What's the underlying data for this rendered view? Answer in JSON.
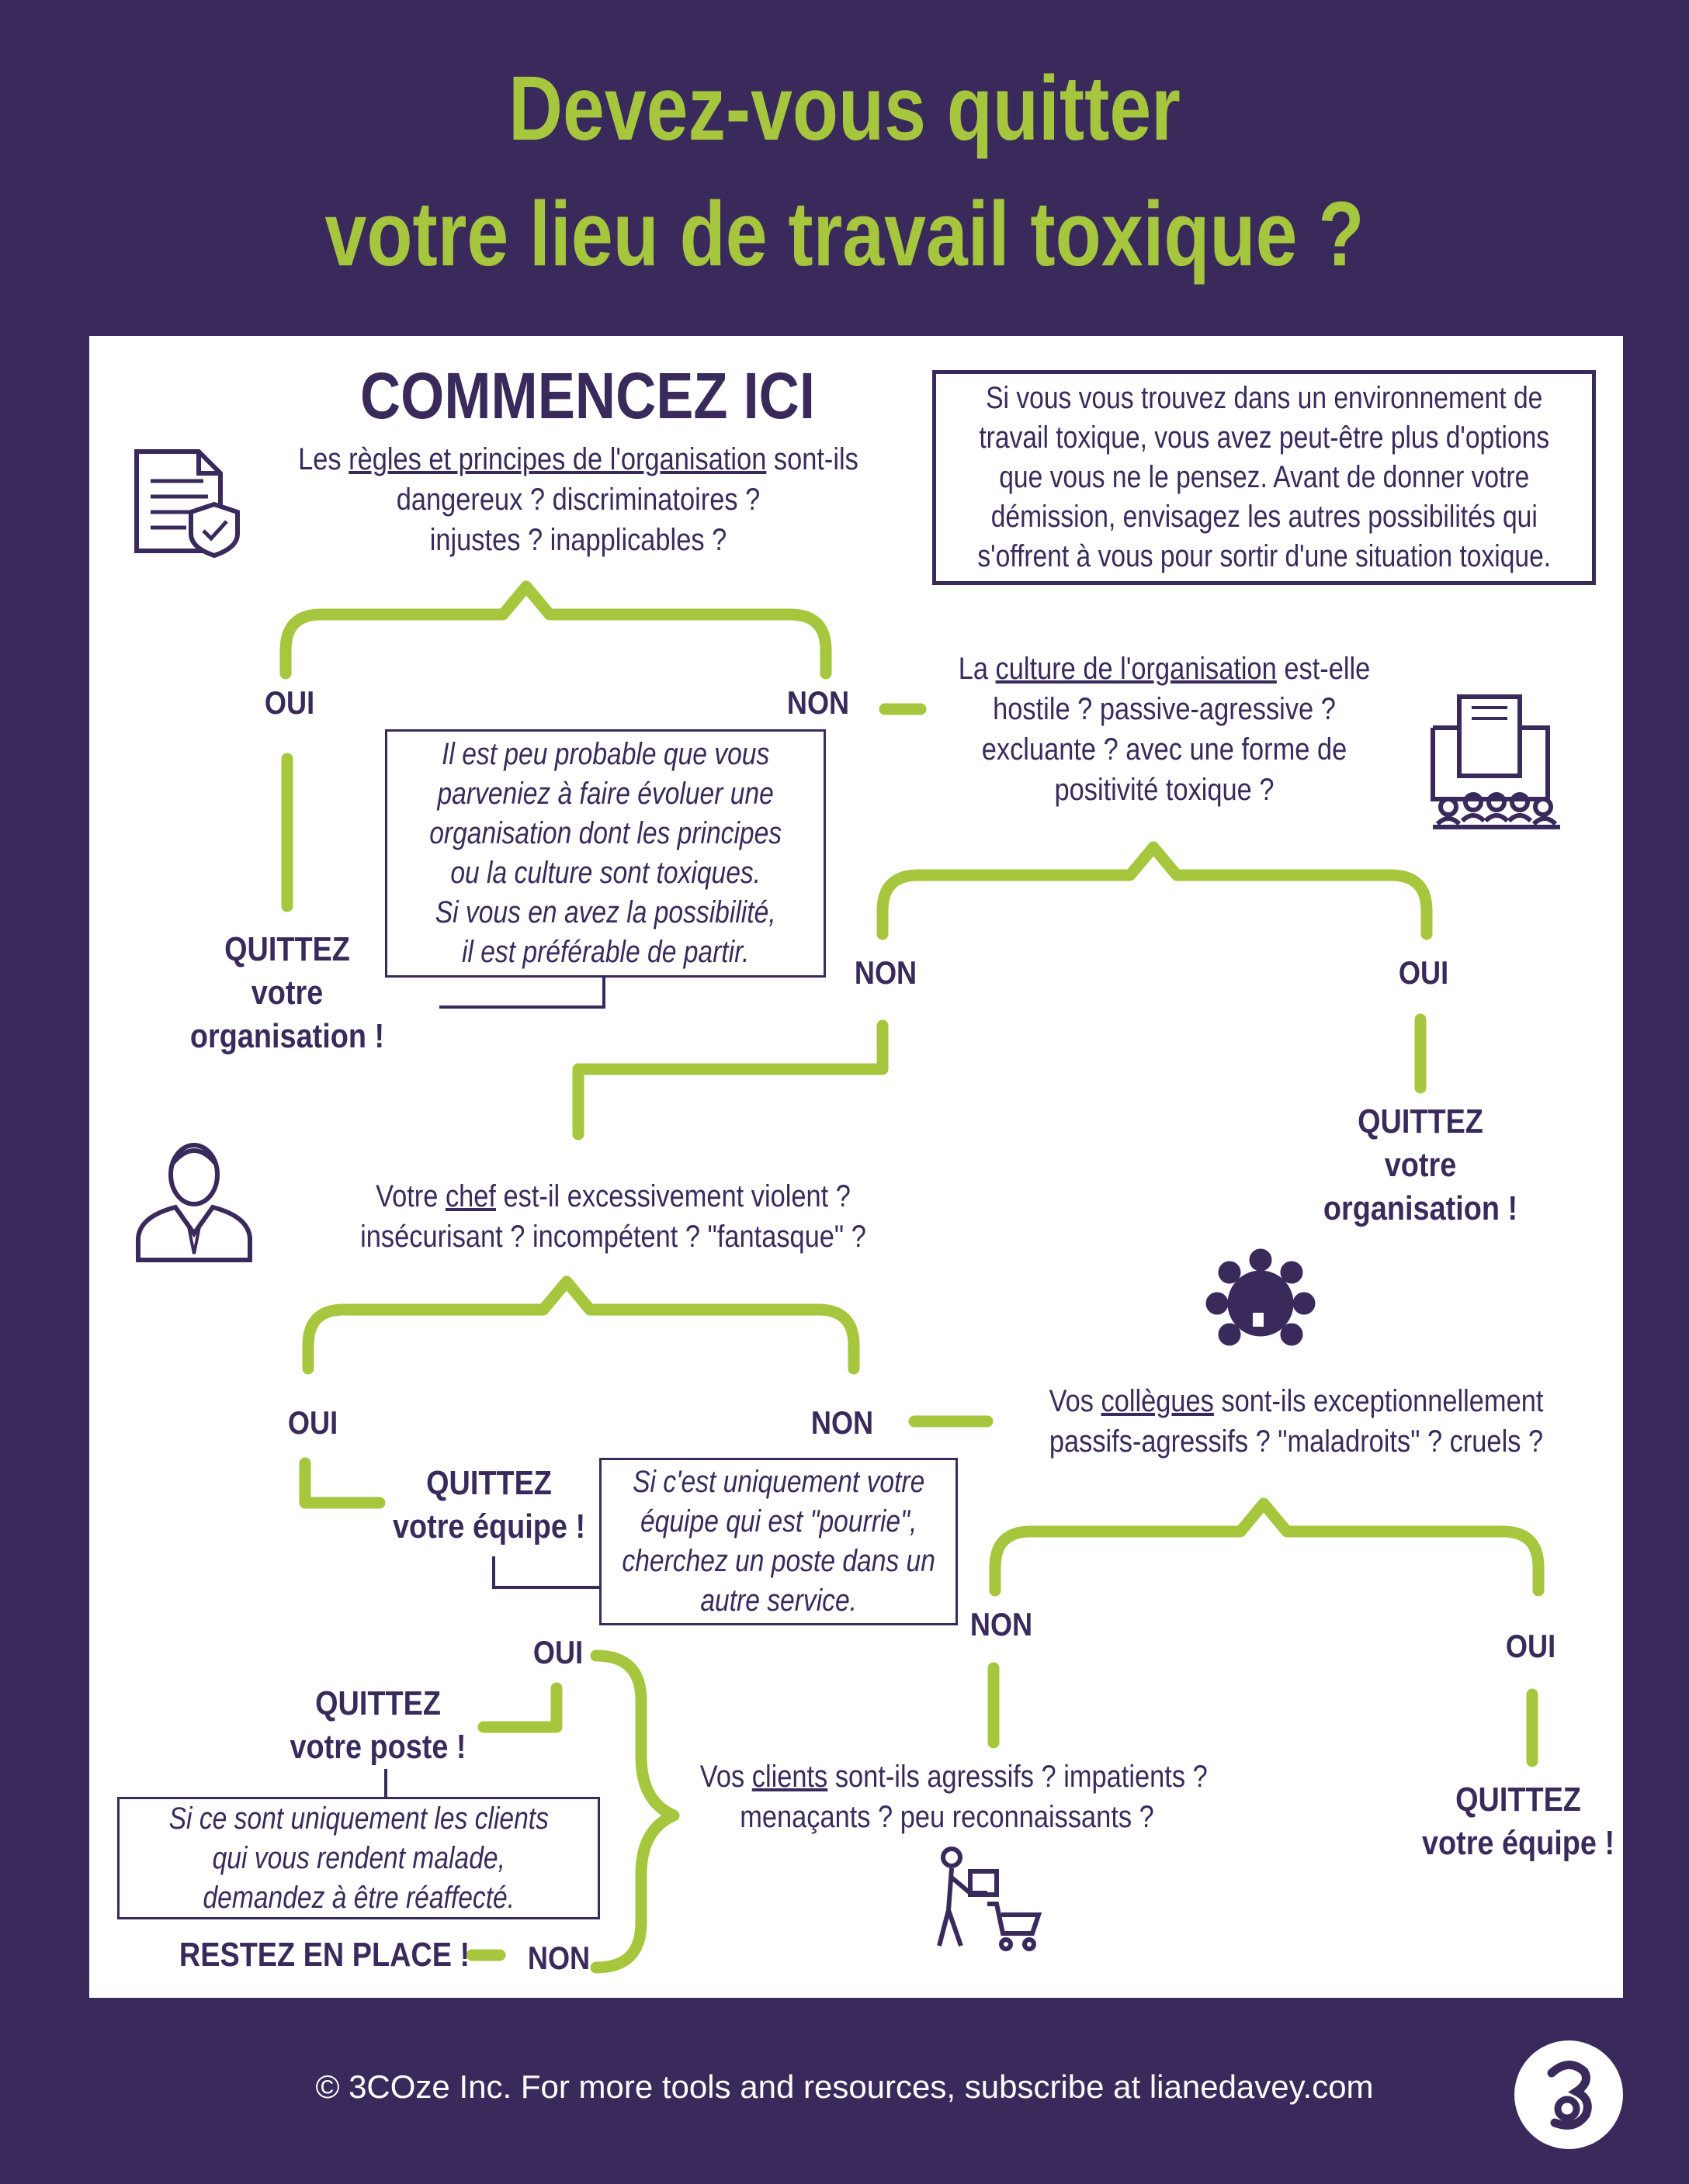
{
  "title": {
    "line1": "Devez-vous quitter",
    "line2": "votre lieu de travail toxique ?"
  },
  "start": "COMMENCEZ ICI",
  "intro_box": {
    "lines": [
      "Si vous vous trouvez dans un environnement de",
      "travail toxique, vous avez peut-être plus d'options",
      "que vous ne le pensez. Avant de donner votre",
      "démission, envisagez les autres possibilités qui",
      "s'offrent à vous pour sortir d'une situation toxique."
    ]
  },
  "q1": {
    "pre": "Les ",
    "key": "règles et principes de l'organisation",
    "post": " sont-ils",
    "line2": "dangereux ? discriminatoires ?",
    "line3": "injustes ? inapplicables ?"
  },
  "q2": {
    "pre": "La ",
    "key": "culture de l'organisation",
    "post": " est-elle",
    "line2": "hostile ? passive-agressive ?",
    "line3": "excluante ? avec une forme de",
    "line4": "positivité toxique ?"
  },
  "q3": {
    "pre": "Votre ",
    "key": "chef",
    "post": " est-il excessivement violent ?",
    "line2": "insécurisant ? incompétent ? \"fantasque\" ?"
  },
  "q4": {
    "pre": "Vos ",
    "key": "collègues",
    "post": " sont-ils exceptionnellement",
    "line2": "passifs-agressifs ? \"maladroits\" ? cruels ?"
  },
  "q5": {
    "pre": "Vos ",
    "key": "clients",
    "post": " sont-ils agressifs ? impatients ?",
    "line2": "menaçants ? peu reconnaissants ?"
  },
  "labels": {
    "oui": "OUI",
    "non": "NON"
  },
  "outcomes": {
    "quit_org_1": [
      "QUITTEZ",
      "votre",
      "organisation !"
    ],
    "quit_org_2": [
      "QUITTEZ",
      "votre",
      "organisation !"
    ],
    "quit_team_1": [
      "QUITTEZ",
      "votre équipe !"
    ],
    "quit_team_2": [
      "QUITTEZ",
      "votre équipe !"
    ],
    "quit_job": [
      "QUITTEZ",
      "votre poste !"
    ],
    "stay": "RESTEZ EN PLACE !"
  },
  "notes": {
    "org": [
      "Il est peu probable que vous",
      "parveniez à faire évoluer une",
      "organisation dont les principes",
      "ou la culture sont toxiques.",
      "Si vous en avez la possibilité,",
      "il est préférable de partir."
    ],
    "team": [
      "Si c'est uniquement votre",
      "équipe qui est \"pourrie\",",
      "cherchez un poste dans un",
      "autre service."
    ],
    "clients": [
      "Si ce sont uniquement les clients",
      "qui vous rendent malade,",
      "demandez à être réaffecté."
    ]
  },
  "icons": [
    "document-shield-icon",
    "office-building-icon",
    "boss-icon",
    "team-meeting-icon",
    "shopper-cart-icon",
    "brand-logo-icon"
  ],
  "footer": "© 3COze Inc. For more tools and resources, subscribe at lianedavey.com",
  "colors": {
    "background": "#3a2a5c",
    "accent": "#a6c63d",
    "panel": "#ffffff"
  }
}
